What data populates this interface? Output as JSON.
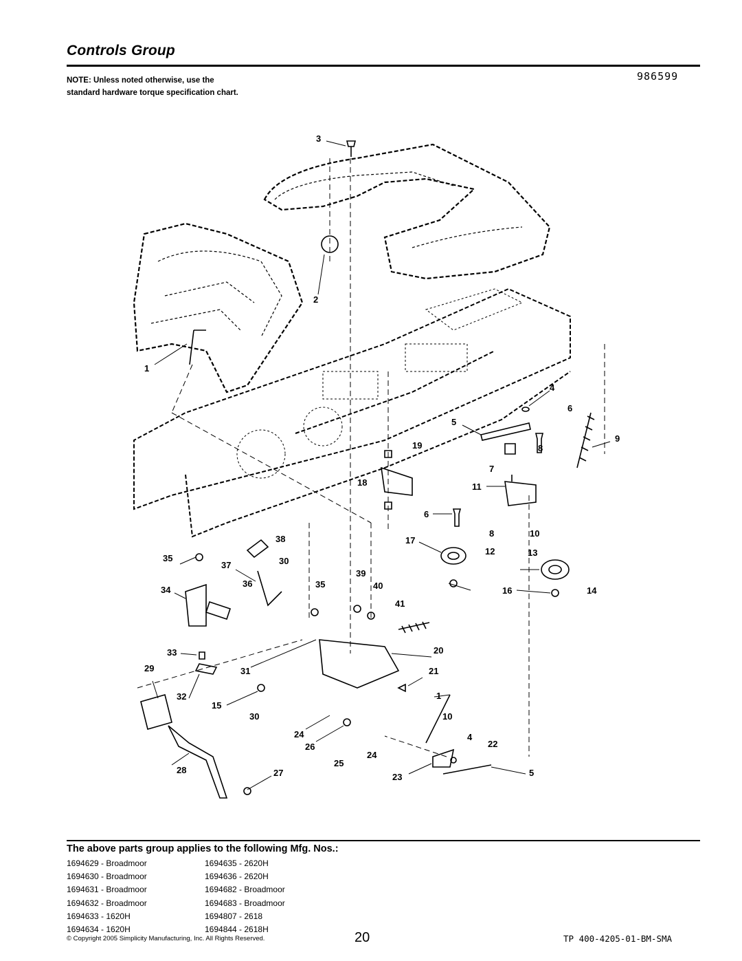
{
  "header": {
    "title": "Controls Group",
    "note": "NOTE: Unless noted otherwise, use the standard hardware torque specification chart.",
    "diagram_id": "986599"
  },
  "callouts": [
    "3",
    "2",
    "1",
    "4",
    "6",
    "5",
    "9",
    "19",
    "8",
    "7",
    "18",
    "11",
    "6",
    "17",
    "8",
    "10",
    "12",
    "13",
    "16",
    "14",
    "38",
    "35",
    "37",
    "30",
    "39",
    "36",
    "35",
    "40",
    "34",
    "41",
    "33",
    "20",
    "29",
    "31",
    "21",
    "32",
    "1",
    "15",
    "30",
    "10",
    "24",
    "4",
    "22",
    "26",
    "24",
    "28",
    "27",
    "25",
    "23",
    "5"
  ],
  "applicability": {
    "heading": "The above parts group applies to the following Mfg. Nos.:",
    "column1": [
      "1694629 - Broadmoor",
      "1694630 - Broadmoor",
      "1694631 - Broadmoor",
      "1694632 - Broadmoor",
      "1694633 - 1620H",
      "1694634 - 1620H"
    ],
    "column2": [
      "1694635 - 2620H",
      "1694636 - 2620H",
      "1694682 - Broadmoor",
      "1694683 - Broadmoor",
      "1694807 - 2618",
      "1694844 - 2618H"
    ]
  },
  "footer": {
    "copyright": "© Copyright 2005 Simplicity Manufacturing, Inc. All Rights Reserved.",
    "page_number": "20",
    "doc_code": "TP 400-4205-01-BM-SMA"
  }
}
